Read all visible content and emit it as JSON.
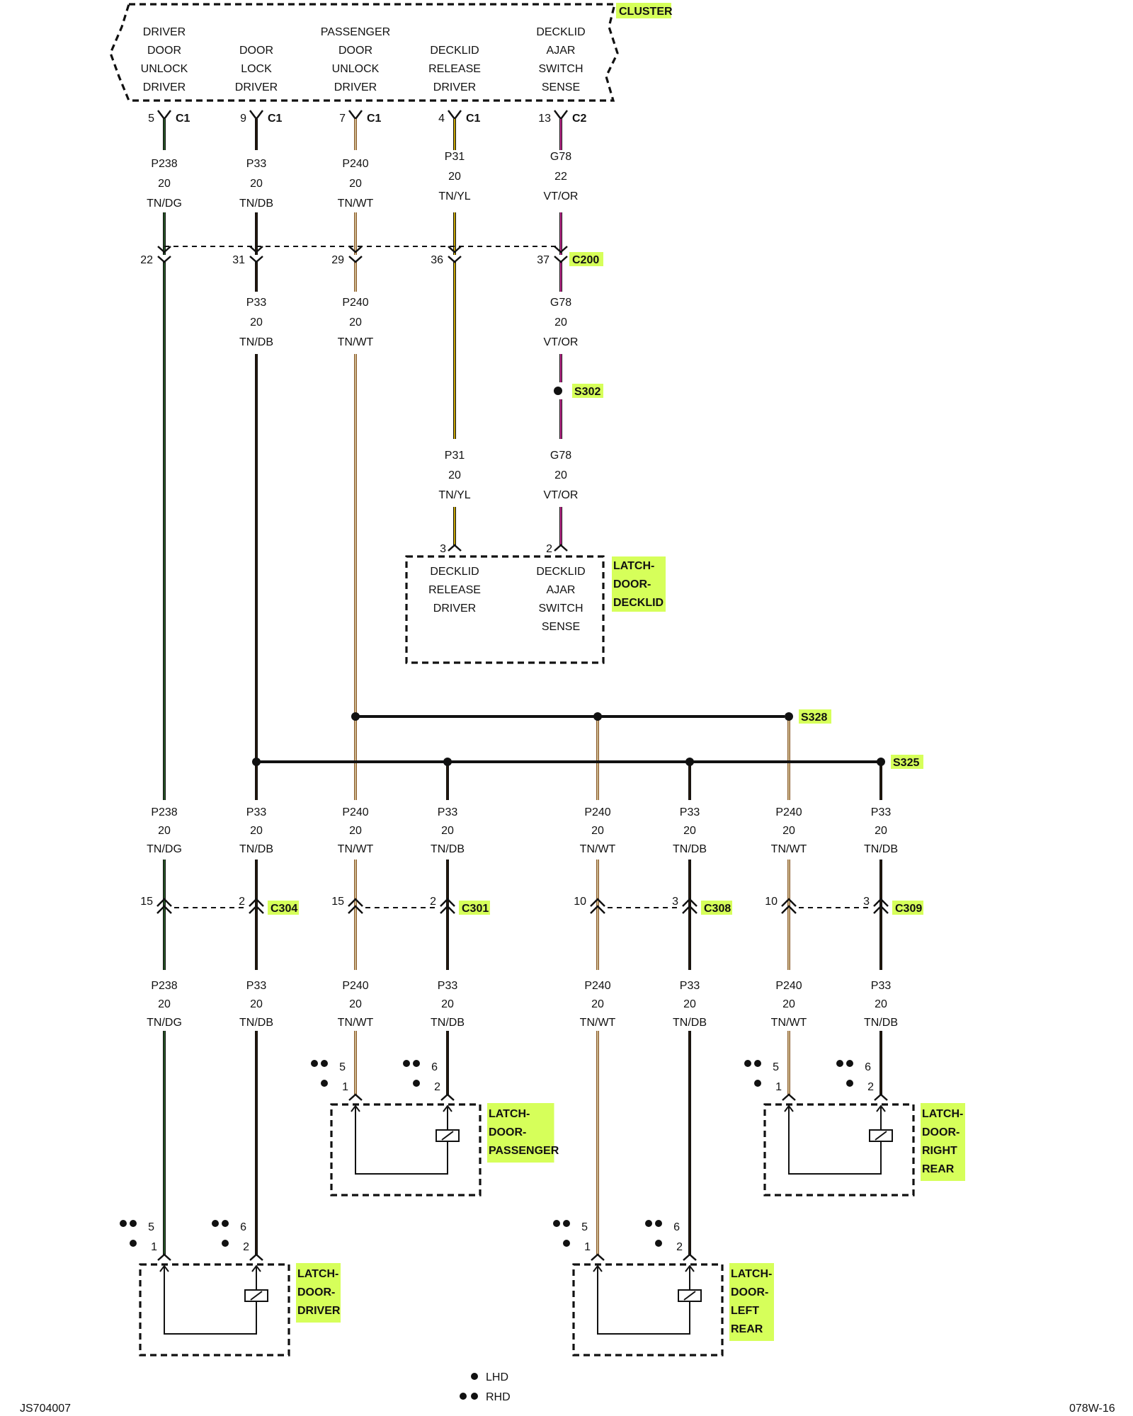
{
  "colors": {
    "TN/DG": "#2e6b2e",
    "TN/DB": "#2a1a0a",
    "TN/WT": "#c9b48a",
    "TN/YL": "#ffd400",
    "VT/OR": "#ff33bb",
    "tan": "#8b5a2b",
    "highlight": "#d6ff5a"
  },
  "cluster": {
    "name": "CLUSTER",
    "functions": [
      {
        "lines": [
          "DRIVER",
          "DOOR",
          "UNLOCK",
          "DRIVER"
        ]
      },
      {
        "lines": [
          "DOOR",
          "LOCK",
          "DRIVER"
        ]
      },
      {
        "lines": [
          "PASSENGER",
          "DOOR",
          "UNLOCK",
          "DRIVER"
        ]
      },
      {
        "lines": [
          "DECKLID",
          "RELEASE",
          "DRIVER"
        ]
      },
      {
        "lines": [
          "DECKLID",
          "AJAR",
          "SWITCH",
          "SENSE"
        ]
      }
    ],
    "pins": [
      {
        "pin": "5",
        "conn": "C1"
      },
      {
        "pin": "9",
        "conn": "C1"
      },
      {
        "pin": "7",
        "conn": "C1"
      },
      {
        "pin": "4",
        "conn": "C1"
      },
      {
        "pin": "13",
        "conn": "C2"
      }
    ]
  },
  "wires_top": [
    {
      "circuit": "P238",
      "gauge": "20",
      "color": "TN/DG"
    },
    {
      "circuit": "P33",
      "gauge": "20",
      "color": "TN/DB"
    },
    {
      "circuit": "P240",
      "gauge": "20",
      "color": "TN/WT"
    },
    {
      "circuit": "P31",
      "gauge": "20",
      "color": "TN/YL"
    },
    {
      "circuit": "G78",
      "gauge": "22",
      "color": "VT/OR"
    }
  ],
  "c200": {
    "name": "C200",
    "pins": [
      "22",
      "31",
      "29",
      "36",
      "37"
    ]
  },
  "wires_mid": [
    {
      "circuit": "P33",
      "gauge": "20",
      "color": "TN/DB"
    },
    {
      "circuit": "P240",
      "gauge": "20",
      "color": "TN/WT"
    },
    {
      "circuit": "G78",
      "gauge": "20",
      "color": "VT/OR"
    }
  ],
  "s302": "S302",
  "wires_decklid": [
    {
      "circuit": "P31",
      "gauge": "20",
      "color": "TN/YL"
    },
    {
      "circuit": "G78",
      "gauge": "20",
      "color": "VT/OR"
    }
  ],
  "decklid": {
    "name_lines": [
      "LATCH-",
      "DOOR-",
      "DECKLID"
    ],
    "pins": [
      "3",
      "2"
    ],
    "functions": [
      {
        "lines": [
          "DECKLID",
          "RELEASE",
          "DRIVER"
        ]
      },
      {
        "lines": [
          "DECKLID",
          "AJAR",
          "SWITCH",
          "SENSE"
        ]
      }
    ]
  },
  "s328": "S328",
  "s325": "S325",
  "wires_lower": [
    {
      "circuit": "P238",
      "gauge": "20",
      "color": "TN/DG"
    },
    {
      "circuit": "P33",
      "gauge": "20",
      "color": "TN/DB"
    },
    {
      "circuit": "P240",
      "gauge": "20",
      "color": "TN/WT"
    },
    {
      "circuit": "P33",
      "gauge": "20",
      "color": "TN/DB"
    },
    {
      "circuit": "P240",
      "gauge": "20",
      "color": "TN/WT"
    },
    {
      "circuit": "P33",
      "gauge": "20",
      "color": "TN/DB"
    },
    {
      "circuit": "P240",
      "gauge": "20",
      "color": "TN/WT"
    },
    {
      "circuit": "P33",
      "gauge": "20",
      "color": "TN/DB"
    }
  ],
  "door_connectors": [
    {
      "name": "C304",
      "pins": [
        "15",
        "2"
      ]
    },
    {
      "name": "C301",
      "pins": [
        "15",
        "2"
      ]
    },
    {
      "name": "C308",
      "pins": [
        "10",
        "3"
      ]
    },
    {
      "name": "C309",
      "pins": [
        "10",
        "3"
      ]
    }
  ],
  "latch_modules": [
    {
      "name_lines": [
        "LATCH-",
        "DOOR-",
        "DRIVER"
      ],
      "rhd_pins": [
        "5",
        "6"
      ],
      "pins": [
        "1",
        "2"
      ]
    },
    {
      "name_lines": [
        "LATCH-",
        "DOOR-",
        "PASSENGER"
      ],
      "rhd_pins": [
        "5",
        "6"
      ],
      "pins": [
        "1",
        "2"
      ]
    },
    {
      "name_lines": [
        "LATCH-",
        "DOOR-",
        "LEFT",
        "REAR"
      ],
      "rhd_pins": [
        "5",
        "6"
      ],
      "pins": [
        "1",
        "2"
      ]
    },
    {
      "name_lines": [
        "LATCH-",
        "DOOR-",
        "RIGHT",
        "REAR"
      ],
      "rhd_pins": [
        "5",
        "6"
      ],
      "pins": [
        "1",
        "2"
      ]
    }
  ],
  "legend": [
    {
      "symbol": "•",
      "label": "LHD"
    },
    {
      "symbol": "••",
      "label": "RHD"
    }
  ],
  "footer": {
    "left": "JS704007",
    "right": "078W-16"
  }
}
